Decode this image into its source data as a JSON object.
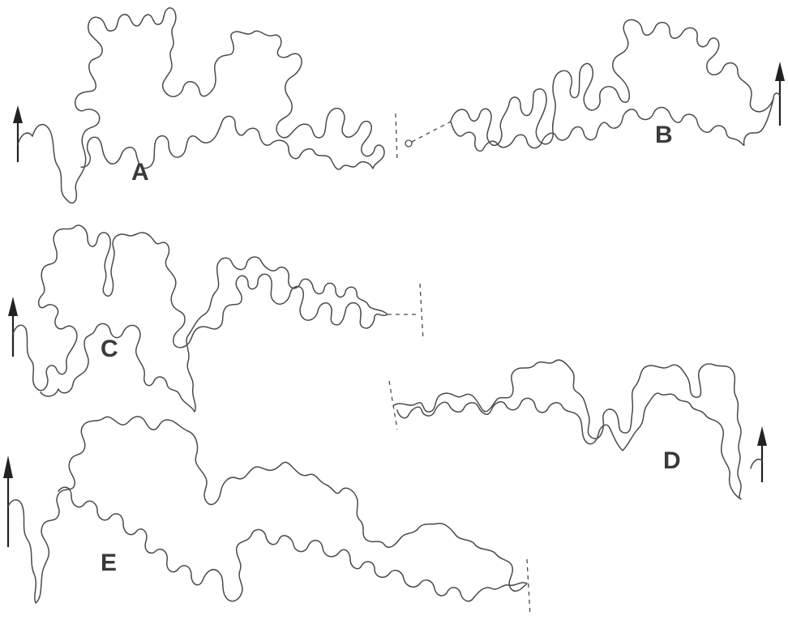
{
  "figure": {
    "panels": [
      {
        "id": "A",
        "label": "A"
      },
      {
        "id": "B",
        "label": "B"
      },
      {
        "id": "C",
        "label": "C"
      },
      {
        "id": "D",
        "label": "D"
      },
      {
        "id": "E",
        "label": "E"
      }
    ],
    "colors": {
      "line": "#4a4a4a",
      "arrow": "#222222",
      "label": "#3a3a3a",
      "background": "#ffffff"
    }
  }
}
